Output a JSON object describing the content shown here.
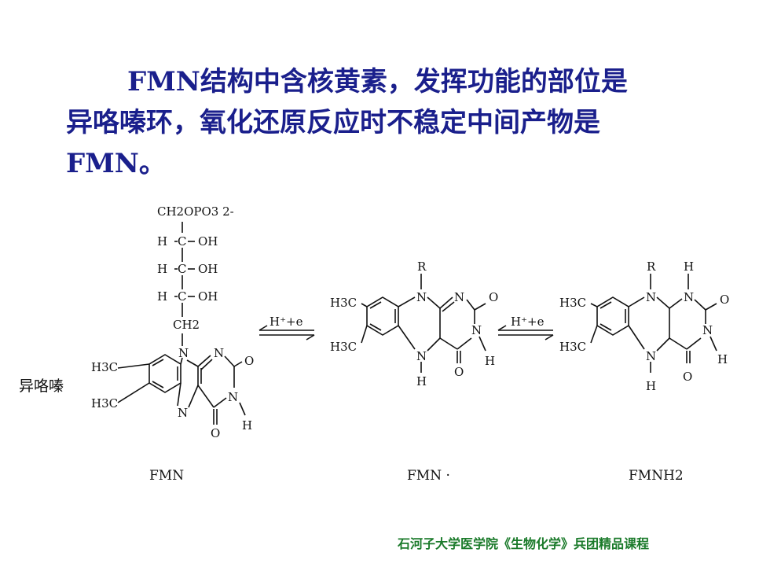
{
  "heading": {
    "line1": "FMN结构中含核黄素，发挥功能的部位是",
    "line2": "异咯嗪环，氧化还原反应时不稳定中间产物是",
    "line3": "FMN。"
  },
  "side_label": "异咯嗪",
  "footer": "石河子大学医学院《生物化学》兵团精品课程",
  "atoms": {
    "N": "N",
    "O": "O",
    "H": "H",
    "R": "R",
    "OH": "OH",
    "C": "C",
    "H3C": "H3C",
    "phosphate": "CH2OPO3 2-",
    "ch2": "CH2"
  },
  "arrows": {
    "label1": "H⁺+e",
    "label2": "H⁺+e"
  },
  "compounds": {
    "fmn": "FMN",
    "semiquinone": "FMN ·",
    "reduced": "FMNH2"
  }
}
